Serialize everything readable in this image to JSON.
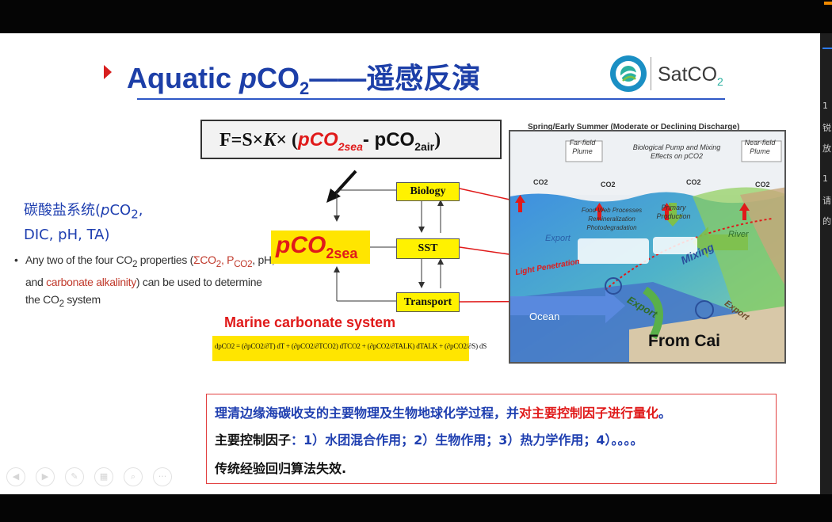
{
  "title": {
    "prefix": "Aquatic ",
    "p": "p",
    "co": "CO",
    "sub2": "2",
    "rest": "——遥感反演"
  },
  "logo": {
    "text_main": "SatCO",
    "text_sub": "2"
  },
  "formula": {
    "f_s_k": "F=S×",
    "k": "K",
    "times": "× (",
    "pco2sea": "pCO",
    "sea_sub": "2sea",
    "minus": "- ",
    "pco2air": "pCO",
    "air_sub": "2air",
    "close": ")"
  },
  "left": {
    "heading_line1_a": "碳酸盐系统(",
    "heading_line1_p": "p",
    "heading_line1_b": "CO",
    "heading_line1_sub": "2",
    "heading_line1_c": ",",
    "heading_line2": "DIC, pH, TA)",
    "bullet_a": "Any two of the four CO",
    "bullet_sub1": "2",
    "bullet_b": " properties (",
    "bullet_red1": "ΣCO",
    "bullet_red1_sub": "2",
    "bullet_red2": ", P",
    "bullet_red2_sub": "CO2",
    "bullet_c": ", pH,",
    "bullet_d": " and ",
    "bullet_red3": "carbonate alkalinity",
    "bullet_e": ") can be used to determine the CO",
    "bullet_sub2": "2",
    "bullet_f": " system"
  },
  "flow": {
    "biology": "Biology",
    "sst": "SST",
    "transport": "Transport",
    "pco2": "pCO",
    "pco2_sub": "2sea",
    "marine": "Marine carbonate system",
    "equation": "dpCO2 = (∂pCO2/∂T) dT + (∂pCO2/∂TCO2) dTCO2 + (∂pCO2/∂TALK) dTALK + (∂pCO2/∂S) dS"
  },
  "diagram": {
    "caption": "Spring/Early Summer (Moderate or Declining  Discharge)",
    "far_field": "Far-field Plume",
    "bio_pump": "Biological Pump and Mixing Effects on pCO2",
    "near_field": "Near-field Plume",
    "co2": "CO2",
    "food_web": "Food Web Processes Remineralization Photodegradation",
    "primary": "Primary Production",
    "river": "River",
    "export": "Export",
    "light": "Light Penetration",
    "mixing": "Mixing",
    "ocean": "Ocean",
    "from_cai": "From Cai"
  },
  "summary": {
    "line1_a": "理清边缘海碳收支的主要物理及生物地球化学过程，并",
    "line1_b": "对主要控制因子进行量化",
    "line1_c": "。",
    "line2_a": "主要控制因子",
    "line2_b": "：1）水团混合作用；2）生物作用；3）热力学作用；4）。。。。",
    "line3": "传统经验回归算法失效."
  },
  "side_panel": {
    "chars": [
      "1",
      "锐",
      "放",
      "1",
      "请",
      "的"
    ]
  },
  "colors": {
    "title_blue": "#1d3fa8",
    "red": "#e01a1a",
    "yellow": "#ffe500"
  }
}
